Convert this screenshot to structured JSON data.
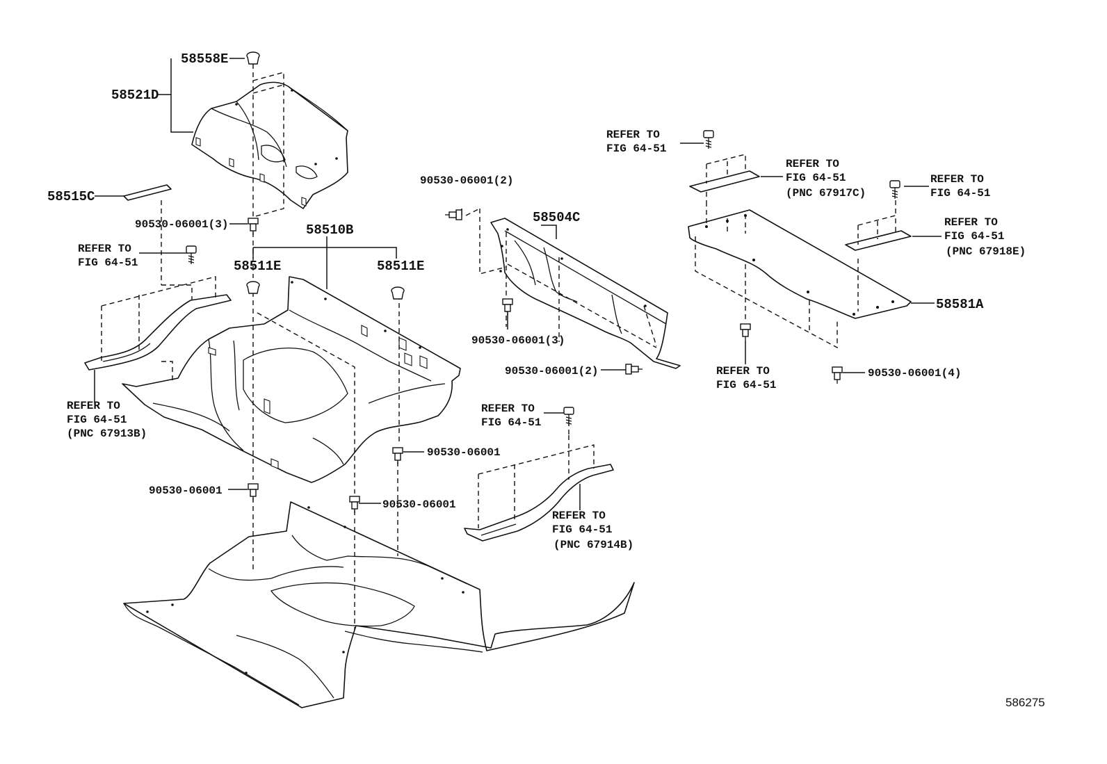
{
  "figure_number": "586275",
  "labels": {
    "p58558E": "58558E",
    "p58521D": "58521D",
    "p58515C": "58515C",
    "c_top_3": "90530-06001(3)",
    "refer_left_upper_1": "REFER TO",
    "refer_left_upper_2": "FIG 64-51",
    "p58510B": "58510B",
    "p58511E_left": "58511E",
    "p58511E_right": "58511E",
    "refer_left_lower_1": "REFER TO",
    "refer_left_lower_2": "FIG 64-51",
    "refer_left_lower_3": "(PNC 67913B)",
    "c_floor_left": "90530-06001",
    "c_floor_mid": "90530-06001",
    "c_floor_right": "90530-06001",
    "c_mid_top_2": "90530-06001(2)",
    "p58504C": "58504C",
    "c_mid_3": "90530-06001(3)",
    "c_mid_2": "90530-06001(2)",
    "refer_mid_1": "REFER TO",
    "refer_mid_2": "FIG 64-51",
    "refer_mid_lower_1": "REFER TO",
    "refer_mid_lower_2": "FIG 64-51",
    "refer_mid_lower_3": "(PNC 67914B)",
    "refer_r_top_1": "REFER TO",
    "refer_r_top_2": "FIG 64-51",
    "refer_r_c_1": "REFER TO",
    "refer_r_c_2": "FIG 64-51",
    "refer_r_c_3": "(PNC 67917C)",
    "refer_r_right_1": "REFER TO",
    "refer_r_right_2": "FIG 64-51",
    "refer_r_e_1": "REFER TO",
    "refer_r_e_2": "FIG 64-51",
    "refer_r_e_3": "(PNC 67918E)",
    "p58581A": "58581A",
    "refer_r_bottom_1": "REFER TO",
    "refer_r_bottom_2": "FIG 64-51",
    "c_right_4": "90530-06001(4)"
  },
  "colors": {
    "line": "#111111",
    "background": "#ffffff"
  },
  "icons": [
    "clip-fastener-icon",
    "bolt-fastener-icon",
    "grommet-plug-icon"
  ]
}
